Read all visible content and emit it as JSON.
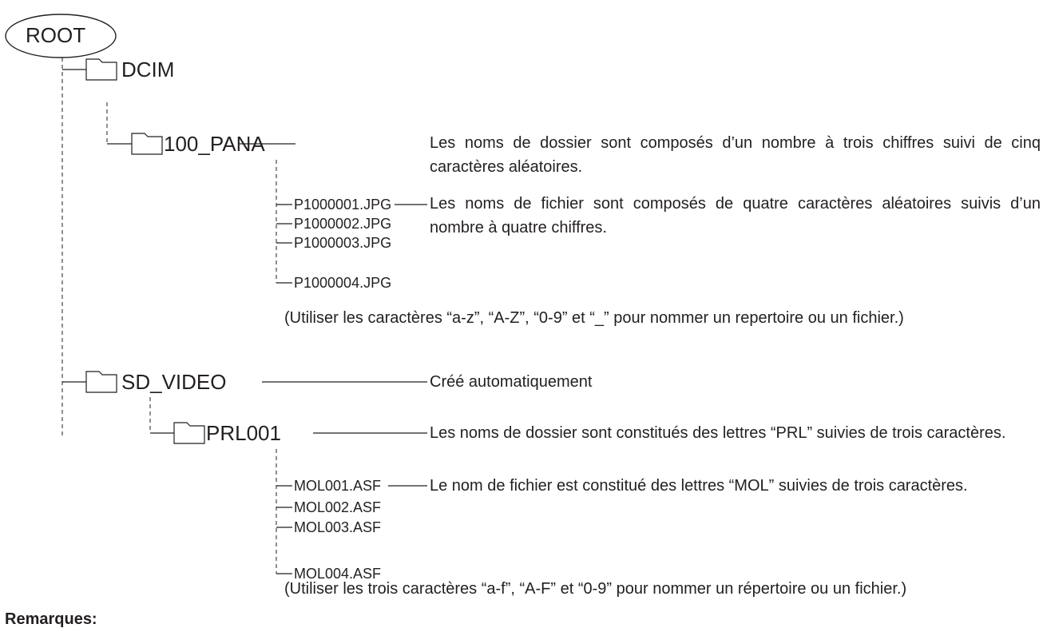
{
  "root": {
    "label": "ROOT"
  },
  "folders": {
    "dcim": "DCIM",
    "pana": "100_PANA",
    "sd_video": "SD_VIDEO",
    "prl": "PRL001"
  },
  "pana_files": [
    "P1000001.JPG",
    "P1000002.JPG",
    "P1000003.JPG",
    "P1000004.JPG"
  ],
  "prl_files": [
    "MOL001.ASF",
    "MOL002.ASF",
    "MOL003.ASF",
    "MOL004.ASF"
  ],
  "notes": {
    "pana_folder": "Les noms de dossier sont composés d’un nombre à trois chiffres suivi de cinq caractères aléatoires.",
    "pana_files": "Les noms de fichier sont composés de quatre caractères aléatoires suivis d’un nombre à quatre chiffres.",
    "pana_chars": "(Utiliser les caractères “a-z”, “A-Z”, “0-9” et “_” pour nommer un repertoire ou un fichier.)",
    "sd_video": "Créé automatiquement",
    "prl_folder": "Les noms de dossier sont constitués des lettres “PRL” suivies de trois caractères.",
    "prl_files": "Le nom de fichier est constitué des lettres “MOL” suivies de trois caractères.",
    "prl_chars": "(Utiliser les trois caractères “a-f”, “A-F” et “0-9” pour nommer un répertoire ou un fichier.)"
  },
  "remarks_heading": "Remarques:"
}
